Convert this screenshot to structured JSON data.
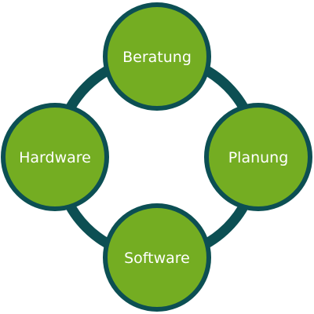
{
  "diagram": {
    "type": "cycle",
    "colors": {
      "ring": "#0c4f53",
      "node_fill": "#74ad22",
      "node_stroke": "#0c4f53",
      "label": "#ffffff",
      "background": "#ffffff"
    },
    "nodes": [
      {
        "id": "top",
        "label": "Beratung"
      },
      {
        "id": "right",
        "label": "Planung"
      },
      {
        "id": "bottom",
        "label": "Software"
      },
      {
        "id": "left",
        "label": "Hardware"
      }
    ]
  }
}
